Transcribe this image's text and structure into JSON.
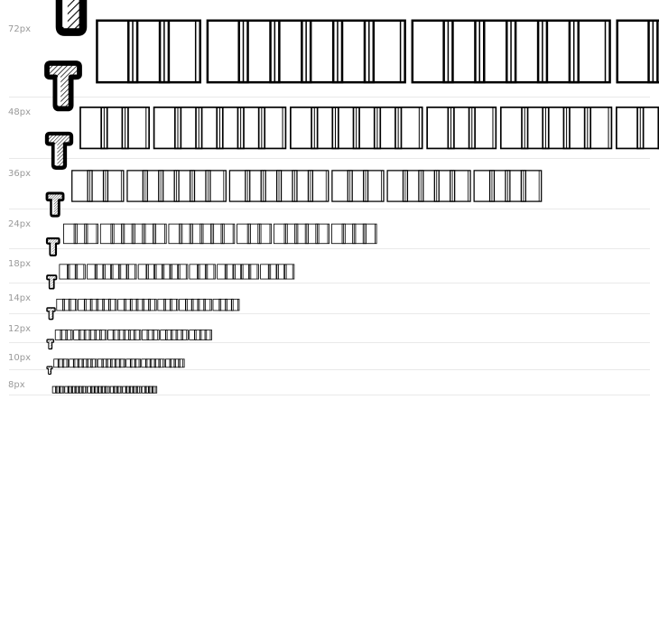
{
  "specimen": {
    "sample_text": "TTTT TTTTTT TTTTTT TTT TTTTT TTTT",
    "rows": [
      {
        "label": "72px",
        "size": 72
      },
      {
        "label": "48px",
        "size": 48
      },
      {
        "label": "36px",
        "size": 36
      },
      {
        "label": "24px",
        "size": 24
      },
      {
        "label": "18px",
        "size": 18
      },
      {
        "label": "14px",
        "size": 14
      },
      {
        "label": "12px",
        "size": 12
      },
      {
        "label": "10px",
        "size": 10
      },
      {
        "label": "8px",
        "size": 8
      }
    ]
  }
}
